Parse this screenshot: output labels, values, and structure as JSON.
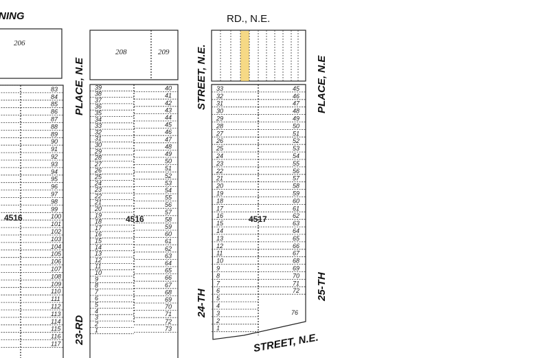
{
  "streets": {
    "top_left": "NING",
    "top_center": "RD., N.E.",
    "place_ne_left": "PLACE, N.E",
    "rd_23": "23-RD",
    "street_ne_vertical": "STREET, N.E.",
    "th_24": "24-TH",
    "place_ne_right": "PLACE, N.E",
    "th_25": "25-TH",
    "street_ne_bottom": "STREET, N.E."
  },
  "blocks": {
    "left": {
      "number": "4516",
      "parcel": "206",
      "lots_right_column": [
        83,
        84,
        85,
        86,
        87,
        88,
        89,
        90,
        91,
        92,
        93,
        94,
        95,
        96,
        97,
        98,
        99,
        100,
        101,
        102,
        103,
        104,
        105,
        106,
        107,
        108,
        109,
        110,
        111,
        112,
        113,
        114,
        115,
        116,
        117
      ]
    },
    "middle": {
      "number": "4516",
      "parcels": [
        "208",
        "209"
      ],
      "lots_left_column": [
        39,
        38,
        37,
        36,
        35,
        34,
        33,
        32,
        31,
        30,
        29,
        28,
        27,
        26,
        25,
        24,
        23,
        22,
        21,
        20,
        19,
        18,
        17,
        16,
        15,
        14,
        13,
        12,
        11,
        10,
        9,
        8,
        7,
        6,
        5,
        4,
        3,
        2,
        1
      ],
      "lots_right_column": [
        40,
        41,
        42,
        43,
        44,
        45,
        46,
        47,
        48,
        49,
        50,
        51,
        52,
        53,
        54,
        55,
        56,
        57,
        58,
        59,
        60,
        61,
        62,
        63,
        64,
        65,
        66,
        67,
        68,
        69,
        70,
        71,
        72,
        73
      ]
    },
    "right": {
      "number": "4517",
      "lots_left_column": [
        33,
        32,
        31,
        30,
        29,
        28,
        27,
        26,
        25,
        24,
        23,
        22,
        21,
        20,
        19,
        18,
        17,
        16,
        15,
        14,
        13,
        12,
        11,
        10,
        9,
        8,
        7,
        6,
        5,
        4,
        3,
        2,
        1
      ],
      "lots_right_column": [
        45,
        46,
        47,
        48,
        49,
        50,
        51,
        52,
        53,
        54,
        55,
        56,
        57,
        58,
        59,
        60,
        61,
        62,
        63,
        64,
        65,
        66,
        67,
        68,
        69,
        70,
        71,
        72
      ],
      "corner_lot": "76",
      "highlight_color": "#f3cc5c"
    }
  }
}
